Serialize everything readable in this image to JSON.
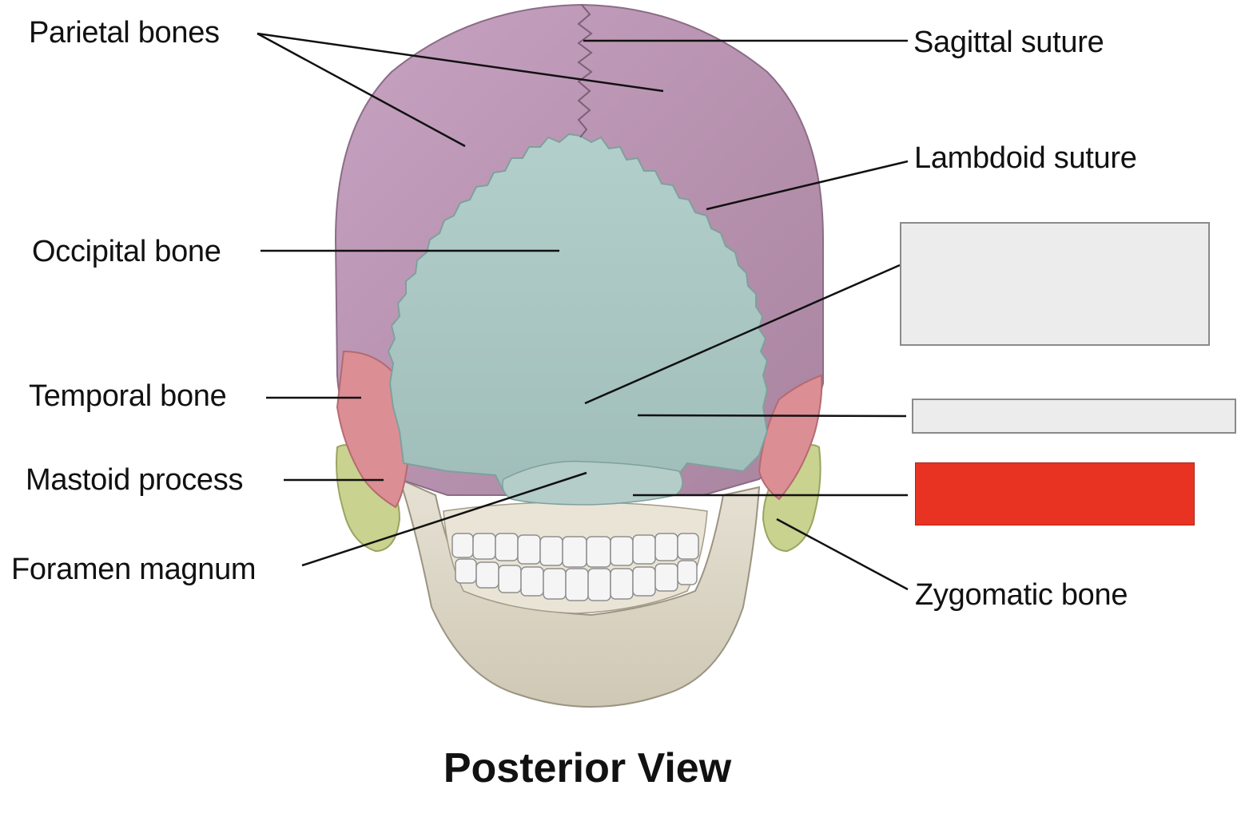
{
  "figure": {
    "caption": "Posterior View",
    "labels_left": {
      "parietal_bones": "Parietal bones",
      "occipital_bone": "Occipital bone",
      "temporal_bone": "Temporal bone",
      "mastoid_process": "Mastoid process",
      "foramen_magnum": "Foramen magnum"
    },
    "labels_right": {
      "sagittal_suture": "Sagittal suture",
      "lambdoid_suture": "Lambdoid suture",
      "zygomatic_bone": "Zygomatic bone"
    },
    "blank_boxes": [
      {
        "state": "empty",
        "color": "#ececec"
      },
      {
        "state": "empty",
        "color": "#ececec"
      },
      {
        "state": "highlighted",
        "color": "#e83323"
      }
    ]
  },
  "colors": {
    "parietal": "#b58fae",
    "occipital": "#a8c6c2",
    "temporal": "#dc8e95",
    "zygomatic": "#c9d28e",
    "mandible": "#dcd6c6",
    "teeth": "#f4f4f4",
    "highlight": "#e83323"
  }
}
